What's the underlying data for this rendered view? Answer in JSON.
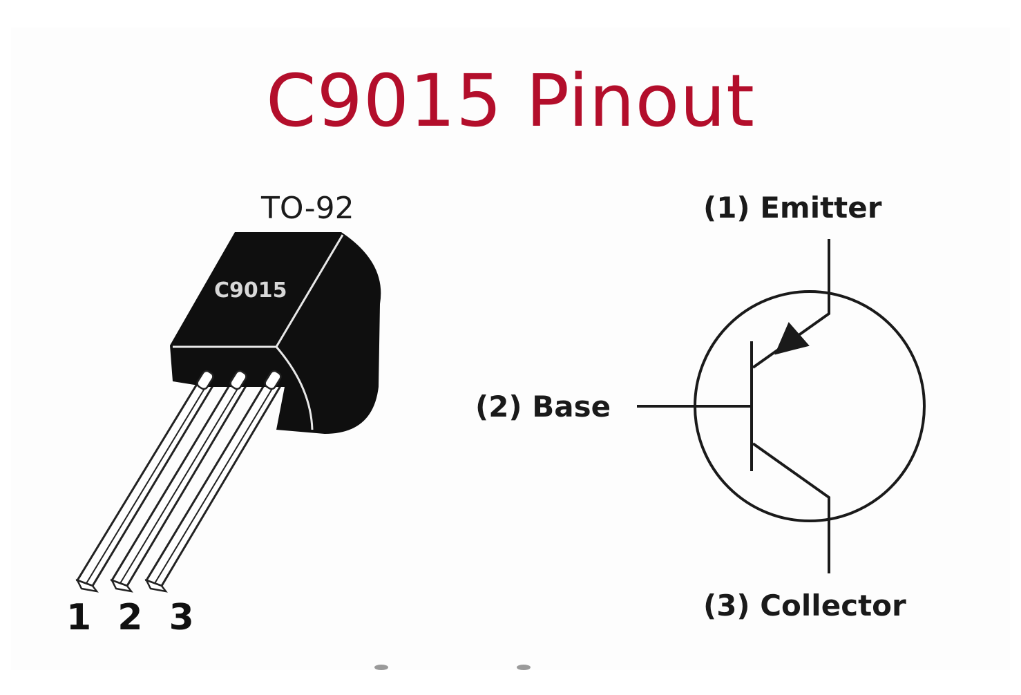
{
  "title": "C9015 Pinout",
  "colors": {
    "title": "#b30e2b",
    "text": "#1a1a1a",
    "package_body": "#0f0f0f",
    "leads": "#ffffff",
    "background": "#ffffff"
  },
  "package": {
    "type_label": "TO-92",
    "marking": "C9015",
    "pin_numbers": "1 2 3",
    "pins": [
      "1",
      "2",
      "3"
    ]
  },
  "symbol": {
    "type": "PNP transistor",
    "emitter_label": "(1) Emitter",
    "base_label": "(2) Base",
    "collector_label": "(3) Collector"
  }
}
